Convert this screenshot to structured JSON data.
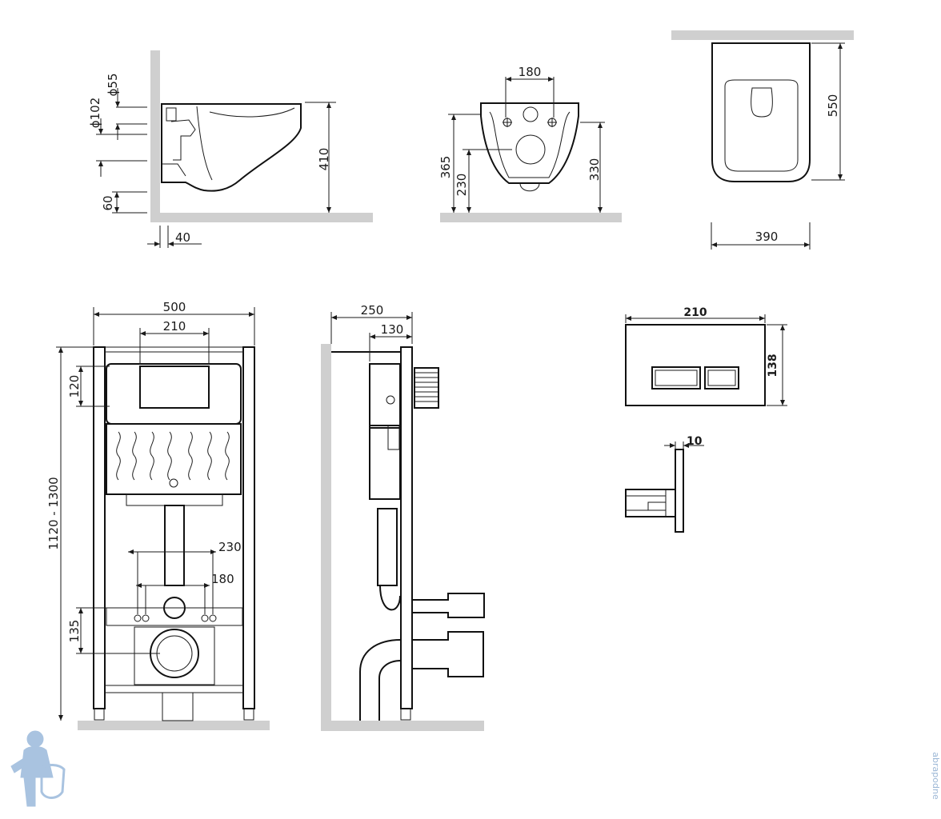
{
  "colors": {
    "ink": "#1a1a1a",
    "wall": "#cfcfcf",
    "mascot": "#a9c3e0"
  },
  "toilet_side": {
    "d55": "ϕ55",
    "d102": "ϕ102",
    "h60": "60",
    "offset40": "40",
    "height410": "410"
  },
  "toilet_front": {
    "w180": "180",
    "h365": "365",
    "h230": "230",
    "h330": "330"
  },
  "toilet_top": {
    "length550": "550",
    "width390": "390"
  },
  "frame_front": {
    "width500": "500",
    "w210": "210",
    "h120": "120",
    "height": "1120 - 1300",
    "w230": "230",
    "w180": "180",
    "h135": "135"
  },
  "frame_side": {
    "depth250": "250",
    "depth130": "130"
  },
  "flush_plate": {
    "width210": "210",
    "height138": "138",
    "thickness10": "10"
  },
  "watermark": {
    "text": "abrapodne",
    "icon": "plumber-mascot-icon"
  }
}
